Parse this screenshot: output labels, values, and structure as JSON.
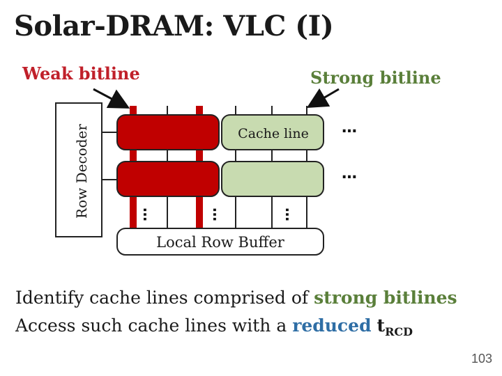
{
  "slide": {
    "title": "Solar-DRAM: VLC (I)",
    "page_number": "103"
  },
  "diagram": {
    "weak_label": "Weak bitline",
    "strong_label": "Strong bitline",
    "row_decoder_label": "Row Decoder",
    "cache_line_label": "Cache line",
    "row_buffer_label": "Local Row Buffer",
    "ellipsis": "…",
    "colors": {
      "weak_fill": "#c00000",
      "strong_fill": "#c8dbb0",
      "outline": "#222222"
    }
  },
  "bullets": {
    "line1_prefix": "Identify cache lines comprised of ",
    "line1_highlight": "strong bitlines",
    "line2_prefix": "Access such cache lines with a ",
    "line2_highlight": "reduced",
    "line2_t": "t",
    "line2_sub": "RCD"
  }
}
